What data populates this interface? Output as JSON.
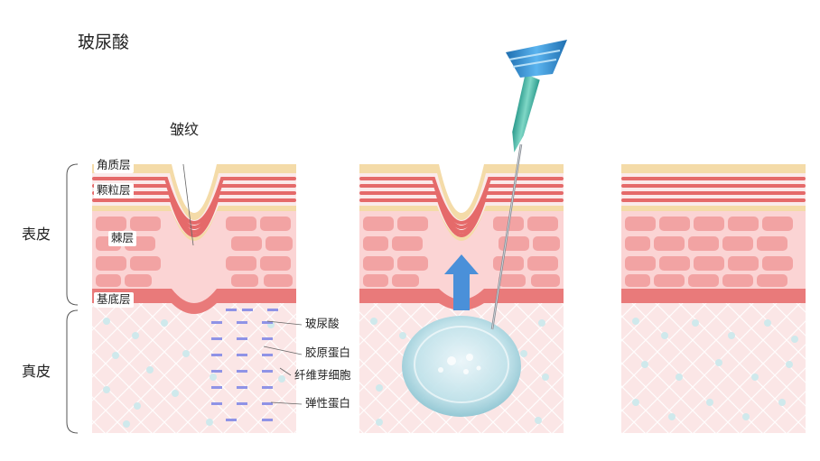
{
  "title": "玻尿酸",
  "wrinkle_label": "皱纹",
  "regions": {
    "epidermis": "表皮",
    "dermis": "真皮"
  },
  "layers": {
    "stratum_corneum": "角质层",
    "granular": "颗粒层",
    "spinous": "棘层",
    "basal": "基底层"
  },
  "legend": {
    "hyaluronic_acid": "玻尿酸",
    "collagen": "胶原蛋白",
    "fibroblast": "纤维芽细胞",
    "elastin": "弹性蛋白"
  },
  "panels": [
    "wrinkled-skin",
    "injection",
    "smooth-skin"
  ],
  "colors": {
    "corneum": "#f7e4c2",
    "granular_band": "#e86a6a",
    "spinous_cell": "#f3a3a3",
    "basal_cell": "#ec8a8a",
    "dermis": "#fbe6e6",
    "fibroblast": "#c8e7ea",
    "elastin_dash": "#8f93e6",
    "needle_hub": "#3a9ad9",
    "arrow": "#4a90d9"
  },
  "icons": {
    "arrow": "up-arrow-icon",
    "syringe": "needle-icon"
  }
}
